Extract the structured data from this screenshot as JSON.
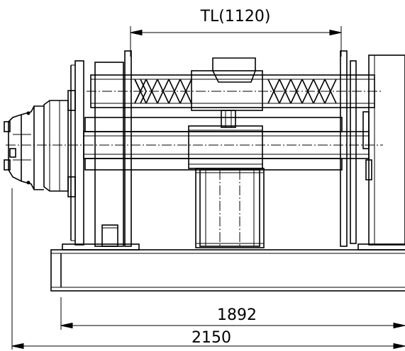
{
  "drawing": {
    "dimensions": {
      "travel_length": "TL(1120)",
      "frame_length": "1892",
      "overall_length": "2150"
    }
  }
}
